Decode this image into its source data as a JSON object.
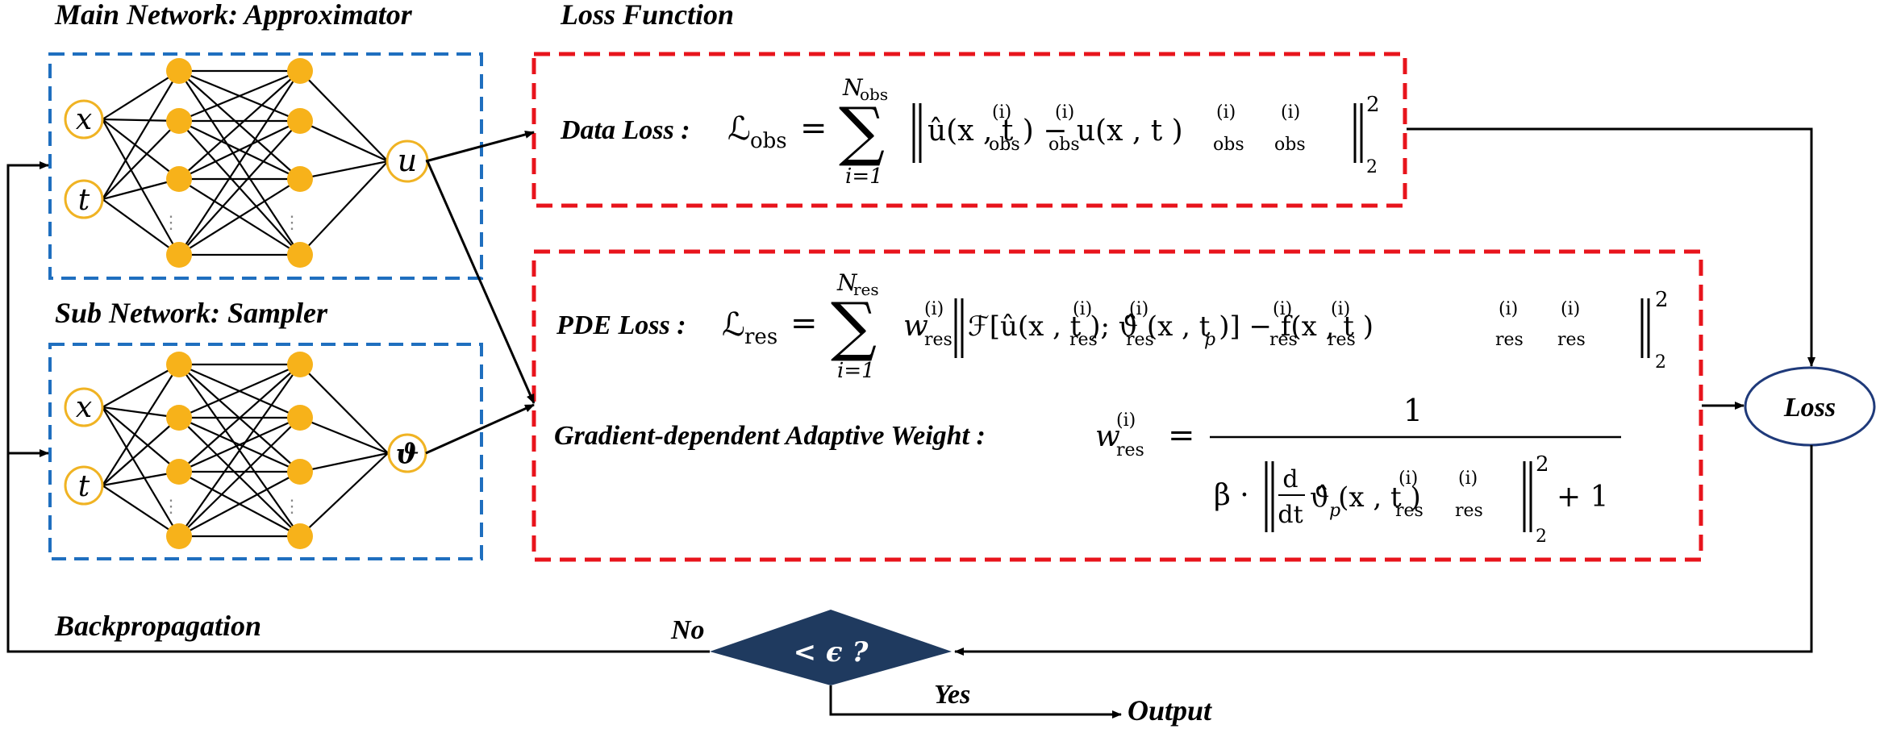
{
  "titles": {
    "main_network": "Main Network: Approximator",
    "sub_network": "Sub Network: Sampler",
    "loss_function": "Loss Function",
    "backpropagation": "Backpropagation"
  },
  "nodes": {
    "input_x": "x",
    "input_t": "t",
    "main_output": "u",
    "sub_output": "ϑ",
    "ellipsis": "⋮"
  },
  "data_loss": {
    "label": "Data Loss :",
    "lhs": "ℒ",
    "lhs_sub": "obs",
    "sum_top": "N",
    "sum_top_sub": "obs",
    "sum_bottom": "i=1",
    "body": "û(x , t ) − u(x , t )",
    "sub": "obs",
    "sup": "(i)",
    "norm_exp": "2",
    "norm_sub": "2"
  },
  "pde_loss": {
    "label": "PDE Loss :",
    "lhs": "ℒ",
    "lhs_sub": "res",
    "sum_top": "N",
    "sum_top_sub": "res",
    "sum_bottom": "i=1",
    "weight": "w",
    "operator": "ℱ[û(x , t );  ϑ̂ (x , t )] − f(x , t )",
    "p": "p",
    "sub": "res",
    "sup": "(i)",
    "norm_exp": "2",
    "norm_sub": "2"
  },
  "adaptive_weight": {
    "label": "Gradient-dependent Adaptive Weight :",
    "lhs": "w",
    "lhs_sub": "res",
    "numerator": "1",
    "beta": "β ·",
    "deriv_top": "d",
    "deriv_bottom": "dt",
    "body": "ϑ̂ (x , t )",
    "p": "p",
    "sub": "res",
    "sup": "(i)",
    "plus_one": "+ 1",
    "norm_exp": "2",
    "norm_sub": "2"
  },
  "loss_node": {
    "label": "Loss"
  },
  "decision": {
    "label": "< ϵ ?",
    "no_label": "No",
    "yes_label": "Yes"
  },
  "output": {
    "label": "Output"
  },
  "colors": {
    "network_box": "#1f6fbf",
    "loss_box": "#e8141c",
    "neuron": "#f7b21a",
    "ring": "#f0b323",
    "decision": "#1f3a5f",
    "loss_node_border": "#1f3a7a"
  }
}
